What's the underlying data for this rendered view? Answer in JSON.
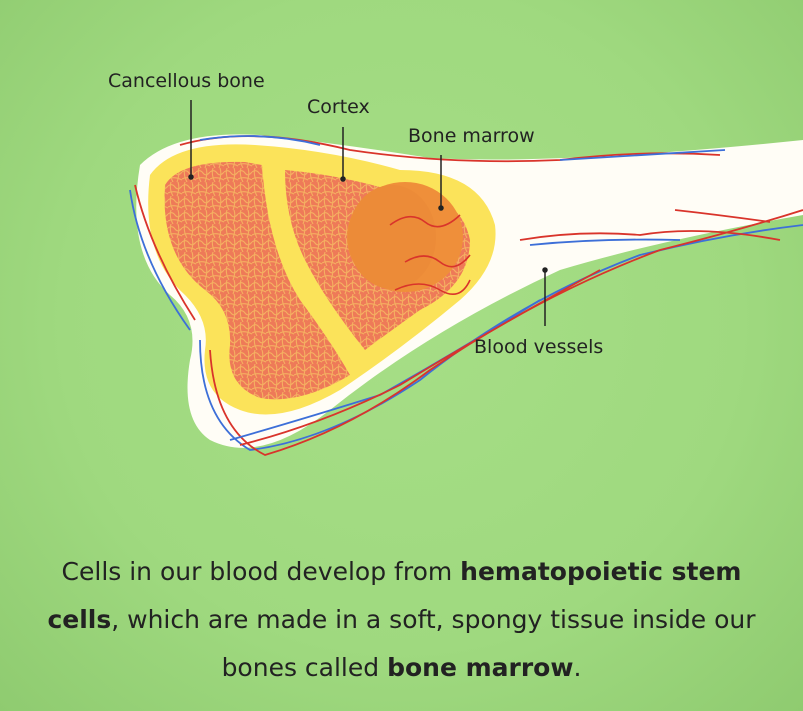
{
  "labels": {
    "cancellous": "Cancellous bone",
    "cortex": "Cortex",
    "marrow": "Bone marrow",
    "vessels": "Blood vessels"
  },
  "caption": {
    "p1": "Cells in our blood develop from ",
    "b1": "hematopoietic stem cells",
    "p2": ", which are made in a soft, spongy tissue inside our bones called ",
    "b2": "bone marrow",
    "p3": "."
  },
  "colors": {
    "background": "#a3dc83",
    "bone": "#ffffff",
    "cortex": "#fbe35a",
    "spongy": "#ef7a5a",
    "marrow": "#ef8f3a",
    "artery": "#d9342b",
    "vein": "#3d6fd8"
  }
}
